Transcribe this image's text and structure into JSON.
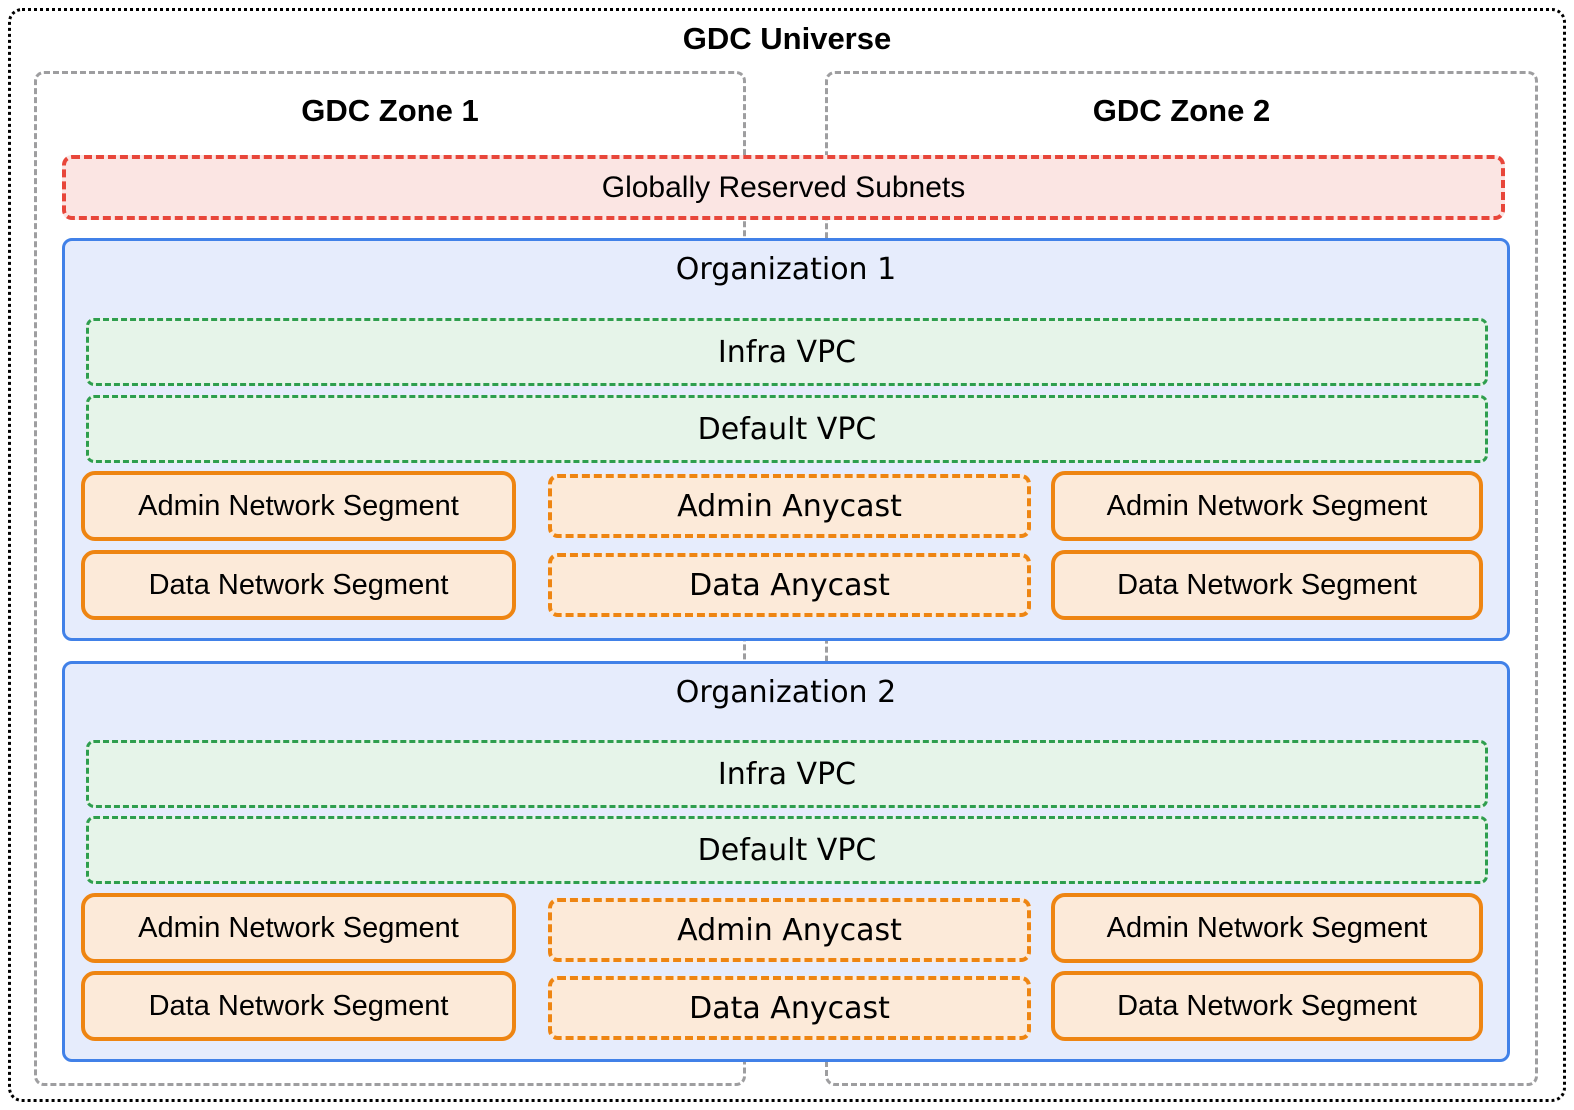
{
  "title": "GDC Universe",
  "zones": [
    {
      "label": "GDC Zone 1"
    },
    {
      "label": "GDC Zone 2"
    }
  ],
  "reserved_subnets": {
    "label": "Globally Reserved Subnets"
  },
  "organizations": [
    {
      "label": "Organization 1",
      "vpcs": [
        {
          "label": "Infra VPC"
        },
        {
          "label": "Default VPC"
        }
      ],
      "rows": [
        {
          "left": "Admin Network Segment",
          "center": "Admin Anycast",
          "right": "Admin Network Segment"
        },
        {
          "left": "Data Network Segment",
          "center": "Data Anycast",
          "right": "Data Network Segment"
        }
      ]
    },
    {
      "label": "Organization 2",
      "vpcs": [
        {
          "label": "Infra VPC"
        },
        {
          "label": "Default VPC"
        }
      ],
      "rows": [
        {
          "left": "Admin Network Segment",
          "center": "Admin Anycast",
          "right": "Admin Network Segment"
        },
        {
          "left": "Data Network Segment",
          "center": "Data Anycast",
          "right": "Data Network Segment"
        }
      ]
    }
  ],
  "colors": {
    "universe_border": "#000000",
    "zone_border": "#9e9ea0",
    "reserved_border": "#e8463a",
    "reserved_fill": "#fbe5e3",
    "org_border": "#4181e8",
    "org_fill": "#e6ecfc",
    "vpc_border": "#2f9e4e",
    "vpc_fill": "#e6f4e9",
    "segment_border": "#ee8512",
    "segment_fill": "#fcead9",
    "text": "#000000"
  }
}
